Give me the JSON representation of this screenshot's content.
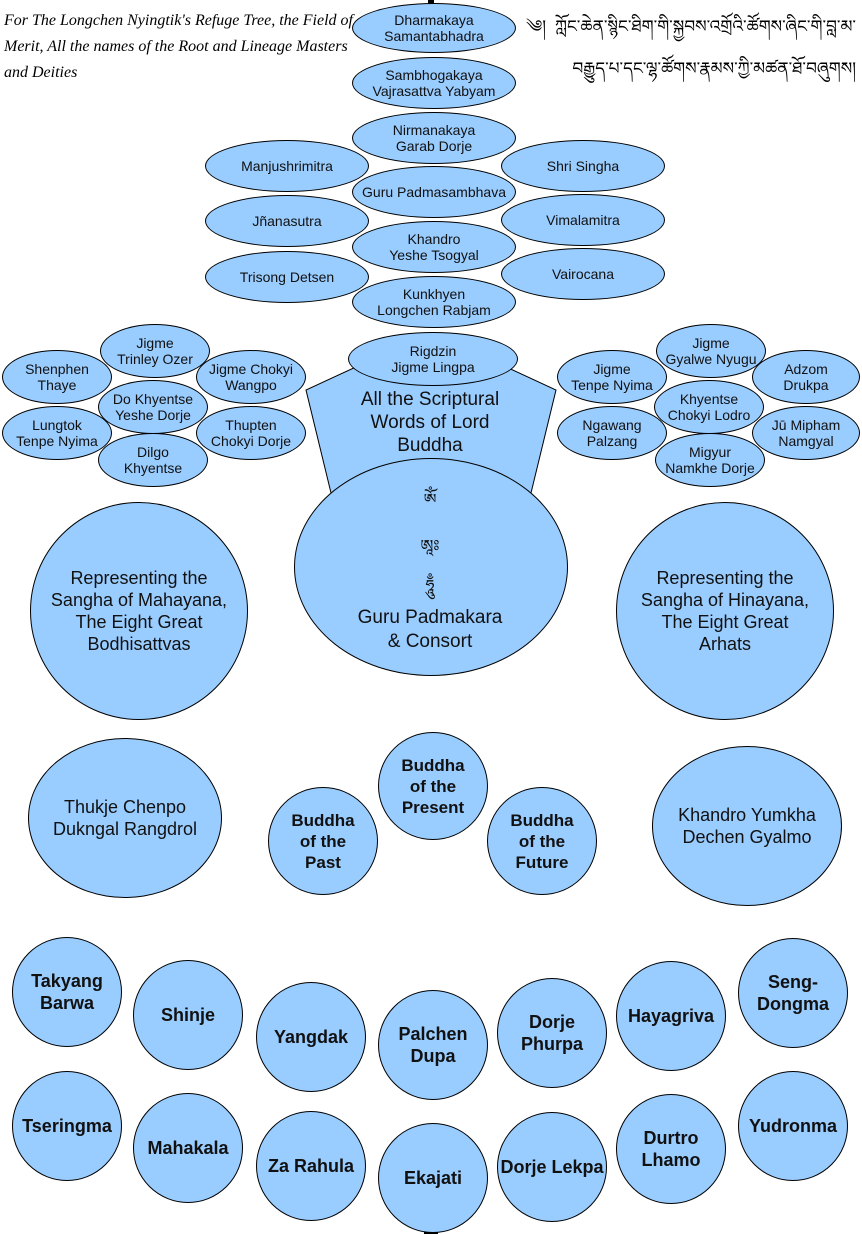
{
  "caption": "For The Longchen Nyingtik's Refuge Tree, the Field of Merit, All the names of the Root and Lineage Masters and Deities",
  "tibetan_title": {
    "mark": "༄།",
    "line1": "ཀློང་ཆེན་སྙིང་ཐིག་གི་སྐྱབས་འགྲོའི་ཚོགས་ཞིང་གི་བླ་མ་",
    "line2": "བརྒྱུད་པ་དང་ལྷ་ཚོགས་རྣམས་ཀྱི་མཚན་ཐོ་བཞུགས།"
  },
  "colors": {
    "node_fill": "#99ccff",
    "stroke": "#000000",
    "background": "#ffffff"
  },
  "central_lineage": [
    "Dharmakaya\nSamantabhadra",
    "Sambhogakaya\nVajrasattva Yabyam",
    "Nirmanakaya\nGarab Dorje",
    "Guru Padmasambhava",
    "Khandro\nYeshe Tsogyal",
    "Kunkhyen\nLongchen Rabjam",
    "Rigdzin\nJigme Lingpa"
  ],
  "left_masters": [
    "Manjushrimitra",
    "Jñanasutra",
    "Trisong Detsen"
  ],
  "right_masters": [
    "Shri Singha",
    "Vimalamitra",
    "Vairocana"
  ],
  "left_cluster": [
    "Jigme\nTrinley Ozer",
    "Shenphen\nThaye",
    "Jigme Chokyi\nWangpo",
    "Do Khyentse\nYeshe Dorje",
    "Lungtok\nTenpe Nyima",
    "Thupten\nChokyi Dorje",
    "Dilgo\nKhyentse"
  ],
  "right_cluster": [
    "Jigme\nGyalwe Nyugu",
    "Jigme\nTenpe Nyima",
    "Adzom\nDrukpa",
    "Khyentse\nChokyi Lodro",
    "Ngawang\nPalzang",
    "Jū Mipham\nNamgyal",
    "Migyur\nNamkhe Dorje"
  ],
  "scripture": "All the Scriptural\nWords of Lord\nBuddha",
  "guru": {
    "seed_syllables": [
      "ཨོཾ",
      "ཨཱཿ",
      "ཧཱུྃ"
    ],
    "label": "Guru Padmakara\n& Consort"
  },
  "sangha_left": "Representing the\nSangha of Mahayana,\nThe Eight Great\nBodhisattvas",
  "sangha_right": "Representing the\nSangha of Hinayana,\nThe Eight Great\nArhats",
  "yidam_left": "Thukje Chenpo\nDukngal Rangdrol",
  "yidam_right": "Khandro Yumkha\nDechen Gyalmo",
  "buddhas": [
    "Buddha\nof the\nPast",
    "Buddha\nof the\nPresent",
    "Buddha\nof the\nFuture"
  ],
  "protectors_row1": [
    "Takyang\nBarwa",
    "Shinje",
    "Yangdak",
    "Palchen\nDupa",
    "Dorje\nPhurpa",
    "Hayagriva",
    "Seng-\nDongma"
  ],
  "protectors_row2": [
    "Tseringma",
    "Mahakala",
    "Za Rahula",
    "Ekajati",
    "Dorje Lekpa",
    "Durtro\nLhamo",
    "Yudronma"
  ]
}
